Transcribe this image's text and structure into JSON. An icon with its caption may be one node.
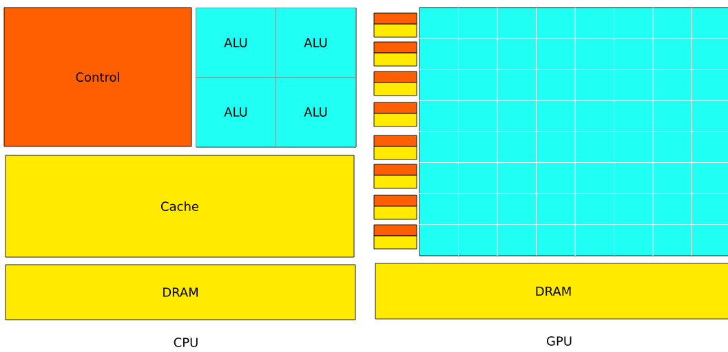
{
  "diagram": {
    "nodes": [
      {
        "text": [
          "Control"
        ]
      },
      {
        "text": [],
        "shape": "box"
      },
      {
        "text": [
          "ALU"
        ],
        "in": 1
      },
      {
        "text": [
          "ALU"
        ],
        "in": 1
      },
      {
        "text": [
          "ALU"
        ],
        "in": 1
      },
      {
        "text": [
          "ALU"
        ],
        "in": 1
      },
      {
        "text": [
          "Cache"
        ]
      },
      {
        "text": [
          "DRAM"
        ]
      },
      {
        "text": [],
        "shape": "box"
      },
      {
        "text": [],
        "shape": "box"
      },
      {
        "text": [],
        "shape": "box"
      },
      {
        "text": [],
        "shape": "box"
      },
      {
        "text": [],
        "shape": "box"
      },
      {
        "text": [],
        "shape": "box"
      },
      {
        "text": [],
        "shape": "box"
      },
      {
        "text": [],
        "shape": "box"
      },
      {
        "text": [],
        "shape": "box"
      },
      {
        "text": [],
        "shape": "box"
      },
      {
        "text": [],
        "shape": "box"
      },
      {
        "text": [],
        "shape": "box"
      },
      {
        "text": [],
        "shape": "box"
      },
      {
        "text": [],
        "shape": "box"
      },
      {
        "text": [],
        "shape": "box"
      },
      {
        "text": [],
        "shape": "box"
      },
      {
        "text": [],
        "shape": "box"
      },
      {
        "text": [
          "DRAM"
        ]
      }
    ],
    "labels": [
      "CPU",
      "GPU"
    ]
  }
}
